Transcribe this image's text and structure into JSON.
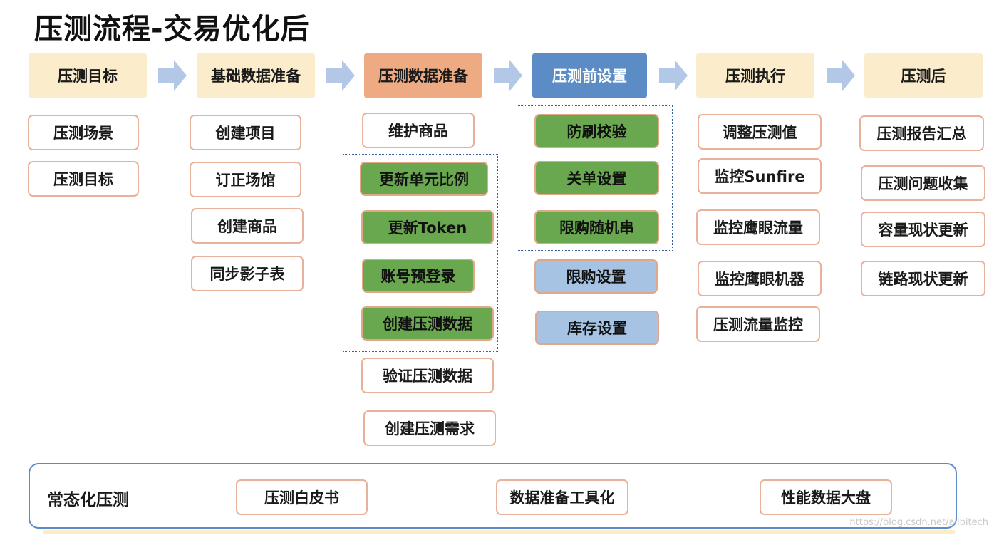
{
  "title": "压测流程-交易优化后",
  "stages": [
    {
      "label": "压测目标",
      "items": [
        "压测场景",
        "压测目标"
      ]
    },
    {
      "label": "基础数据准备",
      "items": [
        "创建项目",
        "订正场馆",
        "创建商品",
        "同步影子表"
      ]
    },
    {
      "label": "压测数据准备",
      "items": [
        "维护商品",
        "更新单元比例",
        "更新Token",
        "账号预登录",
        "创建压测数据",
        "验证压测数据",
        "创建压测需求"
      ]
    },
    {
      "label": "压测前设置",
      "items": [
        "防刷校验",
        "关单设置",
        "限购随机串",
        "限购设置",
        "库存设置"
      ]
    },
    {
      "label": "压测执行",
      "items": [
        "调整压测值",
        "监控Sunfire",
        "监控鹰眼流量",
        "监控鹰眼机器",
        "压测流量监控"
      ]
    },
    {
      "label": "压测后",
      "items": [
        "压测报告汇总",
        "压测问题收集",
        "容量现状更新",
        "链路现状更新"
      ]
    }
  ],
  "bottom": {
    "label": "常态化压测",
    "items": [
      "压测白皮书",
      "数据准备工具化",
      "性能数据大盘"
    ]
  },
  "watermark": "https://blog.csdn.net/alibitech",
  "colors": {
    "header_light": "#fbeccb",
    "header_orange": "#eeaa82",
    "header_blue": "#5b8cc6",
    "box_green": "#6aa84f",
    "box_light_blue": "#a6c3e3",
    "box_border": "#e9b09a",
    "arrow": "#b3c8e6"
  }
}
